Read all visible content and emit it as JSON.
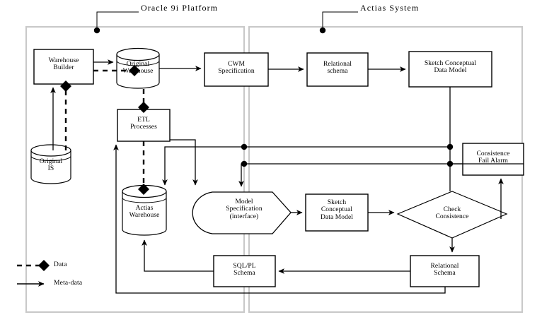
{
  "diagram": {
    "title_oracle": "Oracle 9i Platform",
    "title_actias": "Actias System",
    "legend": [
      {
        "id": "data",
        "label": "Data",
        "style": "dashed-diamond"
      },
      {
        "id": "meta-data",
        "label": "Meta-data",
        "style": "solid-arrow"
      }
    ],
    "colors": {
      "stroke": "#000000",
      "container_border": "#c8c8c8",
      "background": "#ffffff"
    },
    "nodes": [
      {
        "id": "warehouse-builder",
        "shape": "rect",
        "label": "Warehouse\nBuilder",
        "line1": "Warehouse",
        "line2": "Builder",
        "line3": ""
      },
      {
        "id": "original-warehouse",
        "shape": "cylinder",
        "label": "Original\nWarehouse",
        "line1": "Original",
        "line2": "Warehouse",
        "line3": ""
      },
      {
        "id": "cwm-specification",
        "shape": "rect",
        "label": "CWM\nSpecification",
        "line1": "CWM",
        "line2": "Specification",
        "line3": ""
      },
      {
        "id": "relational-schema-top",
        "shape": "rect",
        "label": "Relational\nschema",
        "line1": "Relational",
        "line2": "schema",
        "line3": ""
      },
      {
        "id": "sketch-conceptual-top",
        "shape": "rect",
        "label": "Sketch Conceptual\nData Model",
        "line1": "Sketch Conceptual",
        "line2": "Data Model",
        "line3": ""
      },
      {
        "id": "original-is",
        "shape": "cylinder",
        "label": "Original\nIS",
        "line1": "Original",
        "line2": "IS",
        "line3": ""
      },
      {
        "id": "etl-processes",
        "shape": "rect",
        "label": "ETL\nProcesses",
        "line1": "ETL",
        "line2": "Processes",
        "line3": ""
      },
      {
        "id": "actias-warehouse",
        "shape": "cylinder",
        "label": "Actias\nWarehouse",
        "line1": "Actias",
        "line2": "Warehouse",
        "line3": ""
      },
      {
        "id": "model-specification",
        "shape": "hexagon",
        "label": "Model\nSpecification\n(interface)",
        "line1": "Model",
        "line2": "Specification",
        "line3": "(interface)"
      },
      {
        "id": "sketch-conceptual-mid",
        "shape": "rect",
        "label": "Sketch\nConceptual\nData Model",
        "line1": "Sketch",
        "line2": "Conceptual",
        "line3": "Data Model"
      },
      {
        "id": "check-consistence",
        "shape": "diamond",
        "label": "Check\nConsistence",
        "line1": "Check",
        "line2": "Consistence",
        "line3": ""
      },
      {
        "id": "consistence-fail-alarm",
        "shape": "rect",
        "label": "Consistence\nFail Alarm",
        "line1": "Consistence",
        "line2": "Fail Alarm",
        "line3": ""
      },
      {
        "id": "relational-schema-bottom",
        "shape": "rect",
        "label": "Relational\nSchema",
        "line1": "Relational",
        "line2": "Schema",
        "line3": ""
      },
      {
        "id": "sql-pl-schema",
        "shape": "rect",
        "label": "SQL/PL\nSchema",
        "line1": "SQL/PL",
        "line2": "Schema",
        "line3": ""
      }
    ]
  }
}
